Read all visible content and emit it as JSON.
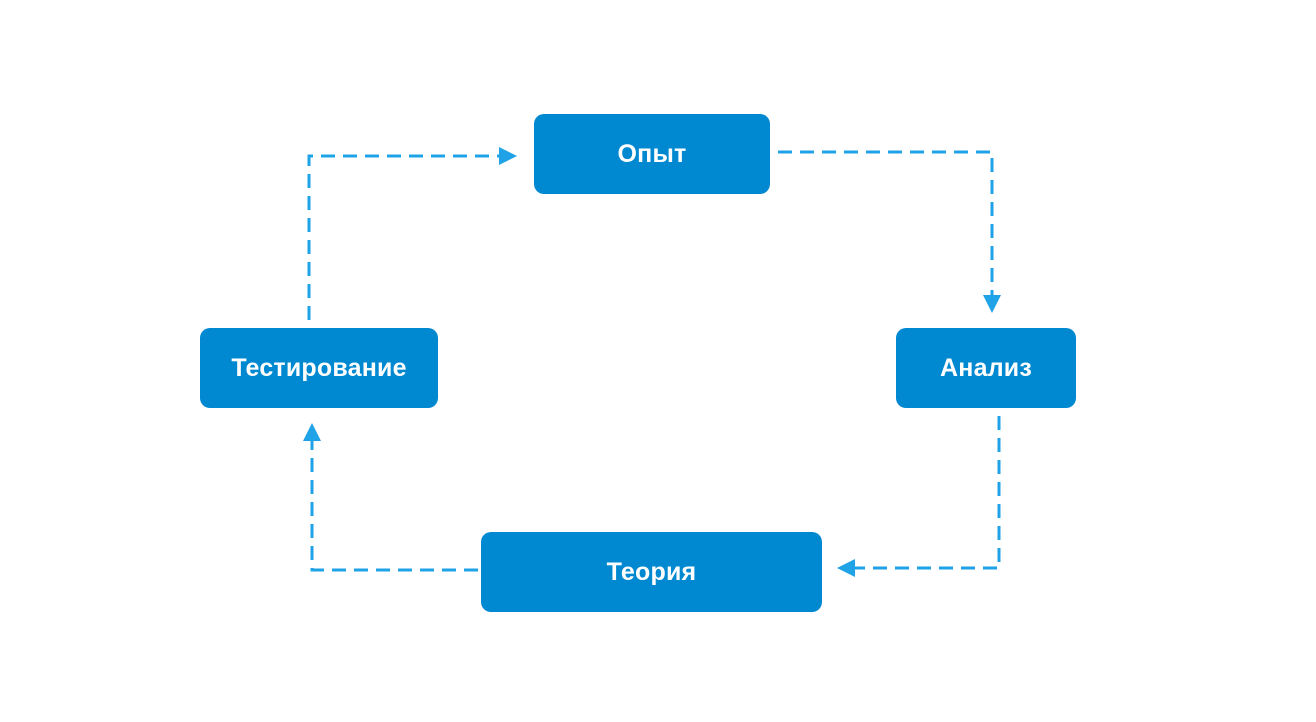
{
  "colors": {
    "node_fill": "#0088d1",
    "arrow": "#1fa3e6",
    "background": "#ffffff"
  },
  "nodes": {
    "experience": {
      "label": "Опыт"
    },
    "analysis": {
      "label": "Анализ"
    },
    "theory": {
      "label": "Теория"
    },
    "testing": {
      "label": "Тестирование"
    }
  },
  "arrows": [
    {
      "from": "experience",
      "to": "analysis",
      "style": "dashed"
    },
    {
      "from": "analysis",
      "to": "theory",
      "style": "dashed"
    },
    {
      "from": "theory",
      "to": "testing",
      "style": "dashed"
    },
    {
      "from": "testing",
      "to": "experience",
      "style": "dashed"
    }
  ]
}
